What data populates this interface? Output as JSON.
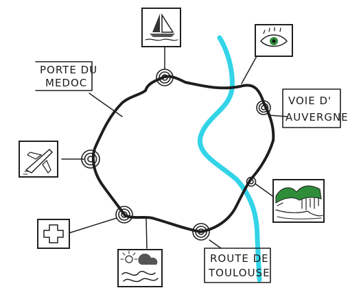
{
  "labels": {
    "porte_du_medoc": [
      "PORTE DU",
      "MEDOC"
    ],
    "voie_auvergne": [
      "VOIE D'",
      "AUVERGNE"
    ],
    "route_toulouse": [
      "ROUTE DE",
      "TOULOUSE"
    ]
  },
  "icons": {
    "top": "sailboat-icon",
    "upper_right": "eye-icon",
    "left": "airplane-icon",
    "lower_left": "medical-cross-icon",
    "bottom": "nature-scene-icon",
    "right": "cliff-landscape-icon"
  },
  "colors": {
    "river": "#33d4e8",
    "ring": "#2e3531",
    "ink": "#1e1e1e",
    "vegetation": "#2f8d3a"
  }
}
